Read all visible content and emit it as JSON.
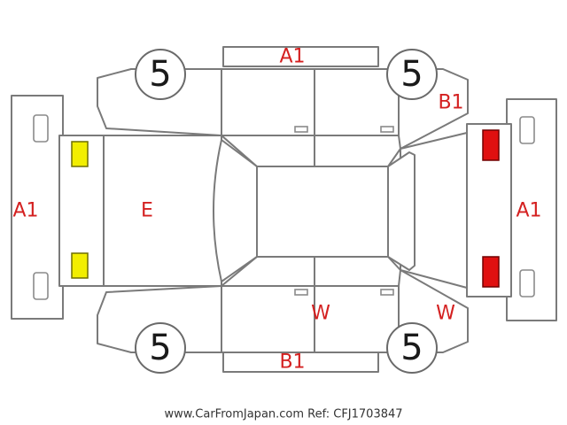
{
  "colors": {
    "outline": "#7a7a7a",
    "damage_code": "#d42020",
    "light_yellow": "#f2ee00",
    "light_red": "#e01010"
  },
  "tyres": {
    "front_left": "5",
    "front_right": "5",
    "rear_left": "5",
    "rear_right": "5"
  },
  "codes": {
    "top_panel": "A1",
    "top_rear_quarter": "B1",
    "left_bumper": "A1",
    "hood": "E",
    "right_bumper": "A1",
    "bottom_door": "W",
    "bottom_rear_quarter": "W",
    "bottom_panel": "B1"
  },
  "footer_text": "www.CarFromJapan.com Ref: CFJ1703847"
}
